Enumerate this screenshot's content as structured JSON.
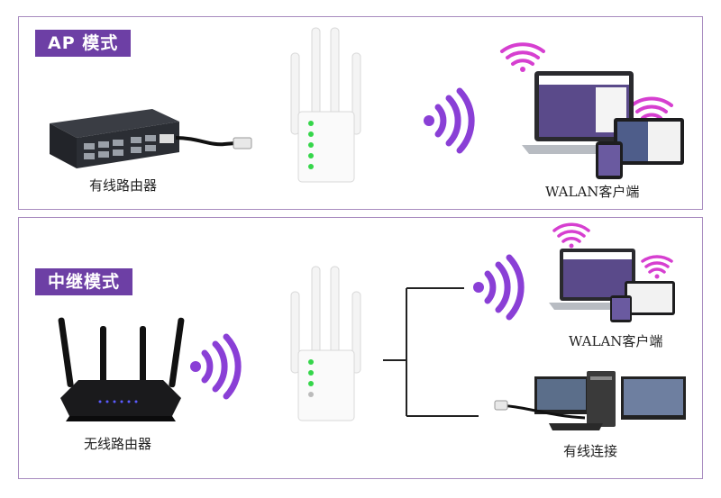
{
  "panels": {
    "ap": {
      "tag": "AP 模式",
      "source_caption": "有线路由器",
      "client_caption": "WALAN客户端"
    },
    "repeater": {
      "tag": "中继模式",
      "source_caption": "无线路由器",
      "wireless_client_caption": "WALAN客户端",
      "wired_client_caption": "有线连接"
    }
  },
  "colors": {
    "accent": "#6d3fa5",
    "wifi_purple": "#8a3fd6",
    "wifi_pink": "#d63fd0",
    "led_green": "#35d64a",
    "border": "#a88bbf"
  }
}
